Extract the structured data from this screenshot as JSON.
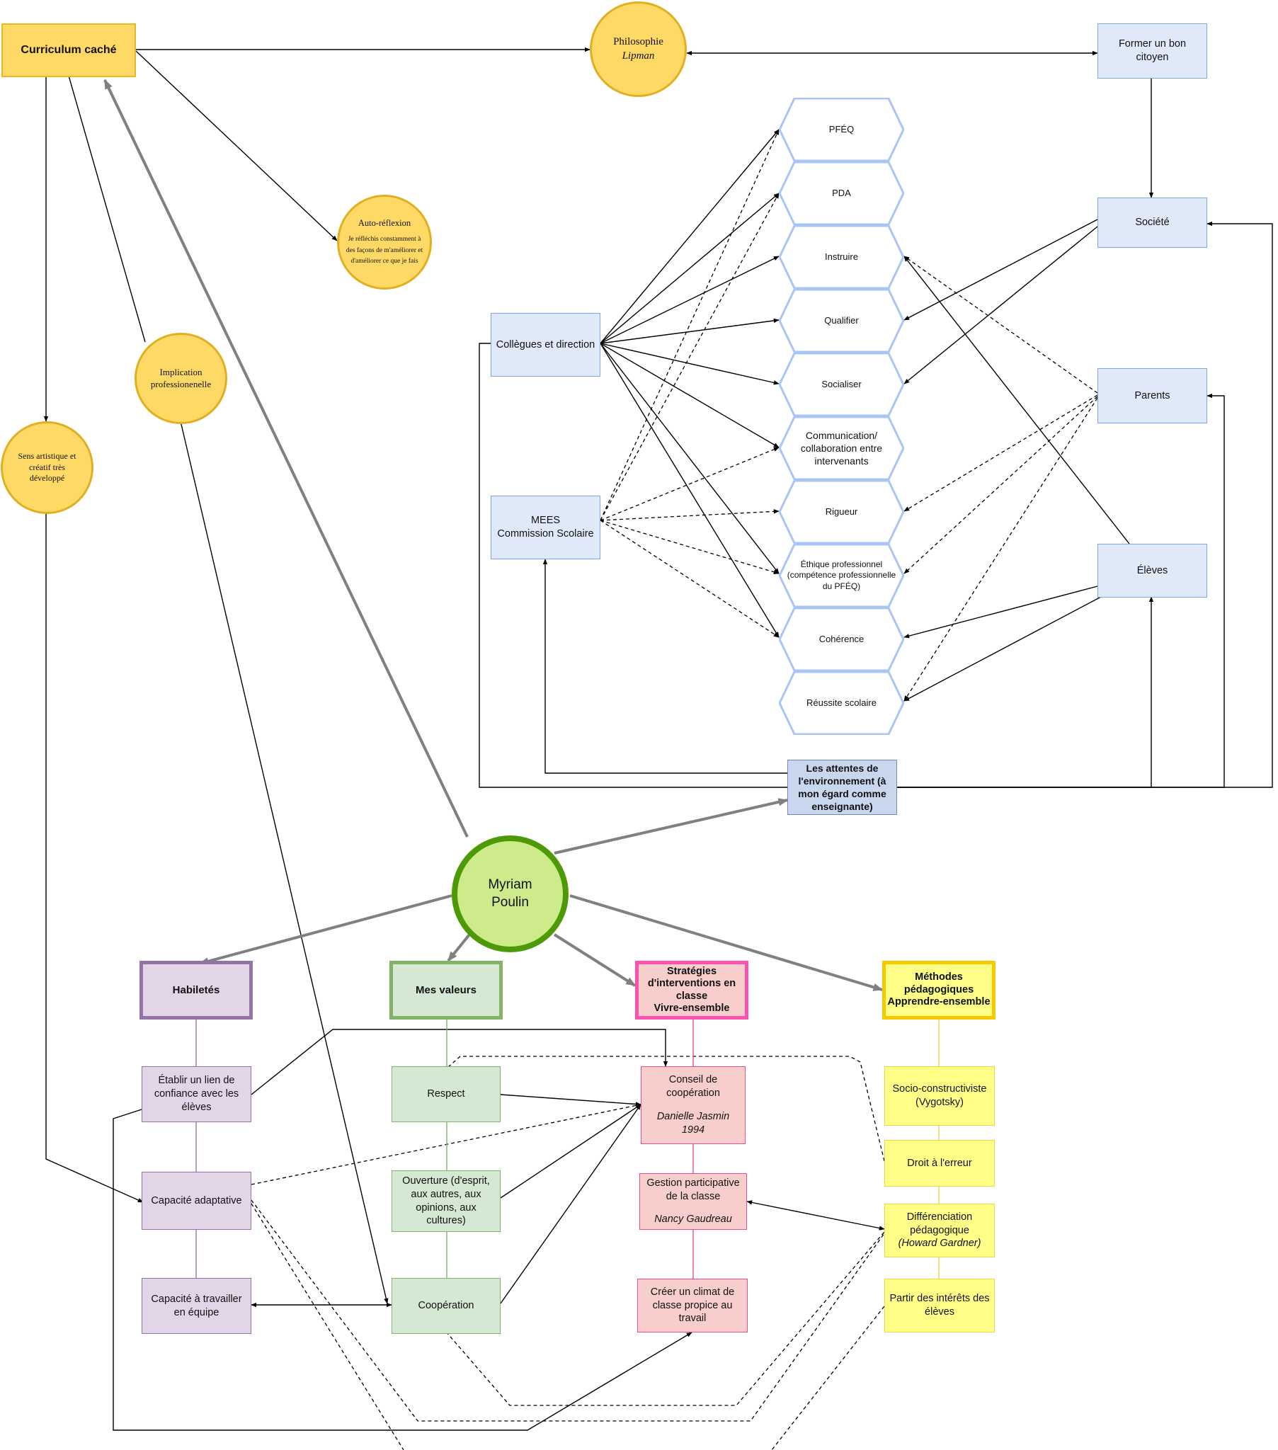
{
  "central": {
    "title": "Myriam\nPoulin"
  },
  "top": {
    "curriculum": "Curriculum caché",
    "philosophie": "Philosophie",
    "lipman": "Lipman",
    "auto_title": "Auto-réflexion",
    "auto_text": "Je réfléchis constamment à des façons de m'améliorer et d'améliorer ce que je fais",
    "implication": "Implication professionenelle",
    "sens": "Sens artistique et créatif très développé",
    "former": "Former un bon citoyen",
    "societe": "Société",
    "parents": "Parents",
    "eleves": "Élèves",
    "collegues": "Collègues et direction",
    "mees": "MEES\nCommission Scolaire",
    "attentes": "Les attentes de l'environnement (à mon égard comme enseignante)"
  },
  "hexes": [
    {
      "label": "PFÉQ"
    },
    {
      "label": "PDA"
    },
    {
      "label": "Instruire"
    },
    {
      "label": "Qualifier"
    },
    {
      "label": "Socialiser"
    },
    {
      "label": "Communication/\ncollaboration entre\nintervenants"
    },
    {
      "label": "Rigueur"
    },
    {
      "label": "Éthique professionnel\n(compétence professionnelle\ndu PFÉQ)"
    },
    {
      "label": "Cohérence"
    },
    {
      "label": "Réussite scolaire"
    }
  ],
  "columns": {
    "habiletes": {
      "header": "Habiletés",
      "items": [
        "Établir un lien de confiance avec les élèves",
        "Capacité adaptative",
        "Capacité à travailler en équipe"
      ]
    },
    "valeurs": {
      "header": "Mes valeurs",
      "items": [
        "Respect",
        "Ouverture (d'esprit, aux autres, aux opinions, aux cultures)",
        "Coopération"
      ]
    },
    "strategies": {
      "header": "Stratégies d'interventions en classe\nVivre-ensemble",
      "conseil": "Conseil de coopération",
      "conseil_author": "Danielle Jasmin 1994",
      "gestion": "Gestion participative de la classe",
      "gestion_author": "Nancy Gaudreau",
      "climat": "Créer un climat de classe propice au travail"
    },
    "methodes": {
      "header": "Méthodes pédagogiques Apprendre-ensemble",
      "socio": "Socio-constructiviste (Vygotsky)",
      "droit": "Droit à l'erreur",
      "diff": "Différenciation pédagogique",
      "diff_author": "(Howard Gardner)",
      "partir": "Partir des intérêts des élèves"
    }
  },
  "colors": {
    "solid_edge": "#000000",
    "gray_edge": "#808080",
    "hex_border": "#a9c4f5",
    "orange_fill": "#ffd966",
    "green_central": "#cdeb8b"
  }
}
